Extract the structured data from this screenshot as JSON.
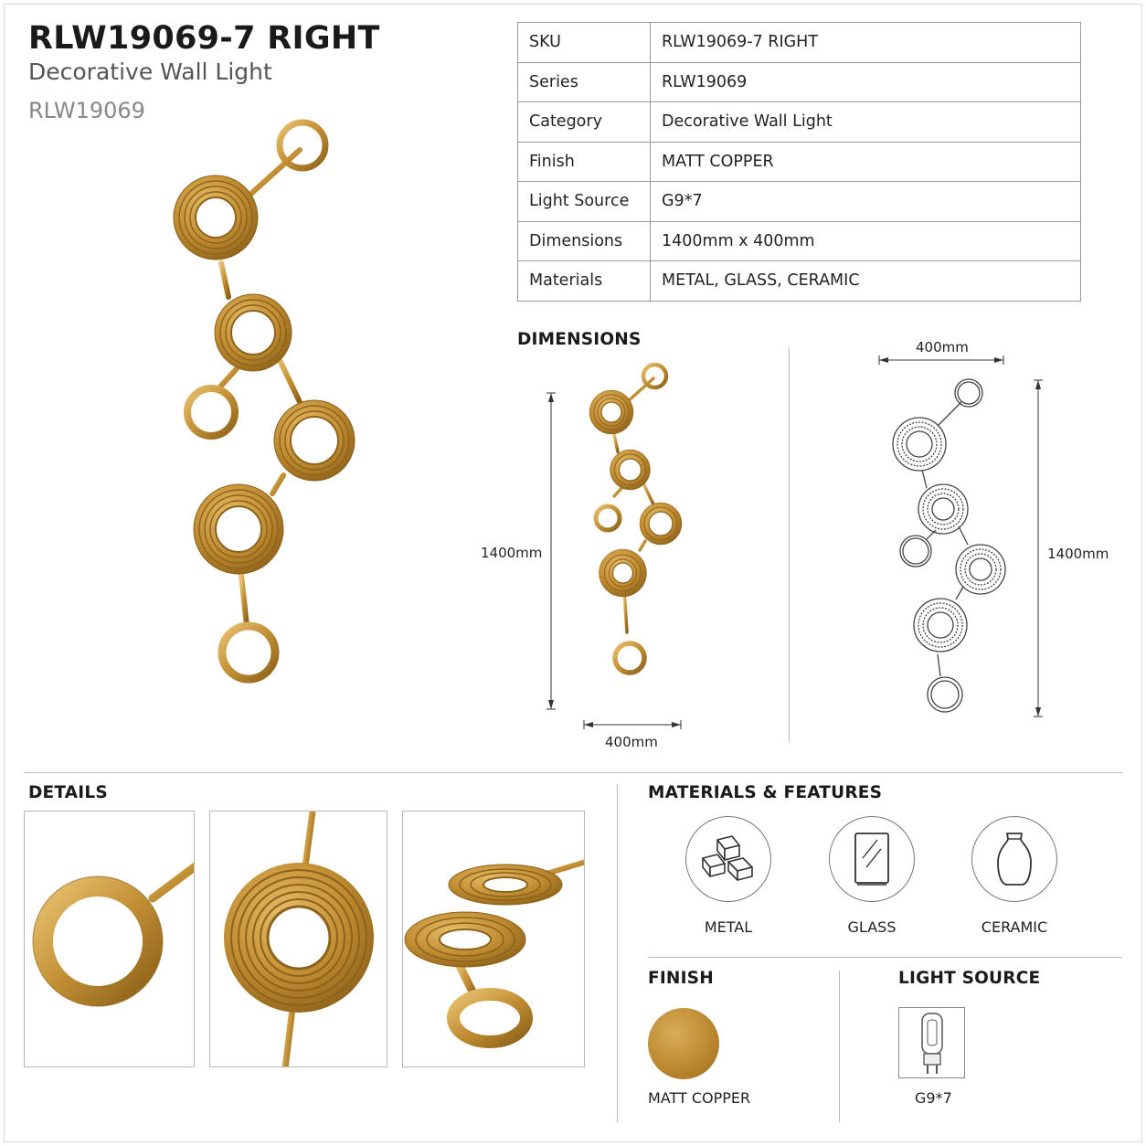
{
  "header": {
    "title": "RLW19069-7 RIGHT",
    "subtitle": "Decorative Wall Light",
    "series": "RLW19069"
  },
  "spec_table": [
    {
      "key": "SKU",
      "value": "RLW19069-7 RIGHT"
    },
    {
      "key": "Series",
      "value": "RLW19069"
    },
    {
      "key": "Category",
      "value": "Decorative Wall Light"
    },
    {
      "key": "Finish",
      "value": "MATT COPPER"
    },
    {
      "key": "Light Source",
      "value": "G9*7"
    },
    {
      "key": "Dimensions",
      "value": "1400mm x 400mm"
    },
    {
      "key": "Materials",
      "value": "METAL, GLASS, CERAMIC"
    }
  ],
  "dimensions": {
    "heading": "DIMENSIONS",
    "photo_height": "1400mm",
    "photo_width": "400mm",
    "drawing_width": "400mm",
    "drawing_height": "1400mm"
  },
  "details": {
    "heading": "DETAILS"
  },
  "materials": {
    "heading": "MATERIALS & FEATURES",
    "items": [
      {
        "label": "METAL",
        "icon": "metal-blocks-icon"
      },
      {
        "label": "GLASS",
        "icon": "glass-pane-icon"
      },
      {
        "label": "CERAMIC",
        "icon": "ceramic-vase-icon"
      }
    ]
  },
  "finish": {
    "heading": "FINISH",
    "label": "MATT COPPER",
    "color": "#b98a33"
  },
  "light_source": {
    "heading": "LIGHT SOURCE",
    "label": "G9*7",
    "icon": "g9-bulb-icon"
  },
  "colors": {
    "gold_light": "#e2b862",
    "gold_mid": "#bd8a30",
    "gold_dark": "#7d5716",
    "divider": "#bbbbbb"
  }
}
